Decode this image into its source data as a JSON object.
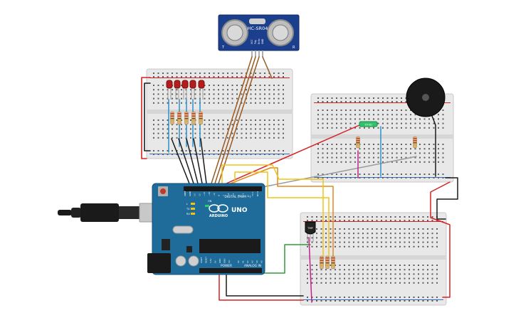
{
  "sensor": {
    "label": "HC-SR04",
    "pins": [
      "VCC",
      "Trig",
      "Echo",
      "GND"
    ],
    "corner_left": "T",
    "corner_right": "R"
  },
  "arduino": {
    "logo": "ARDUINO",
    "model": "UNO",
    "digital_label": "DIGITAL (PWM ~)",
    "power_label": "POWER",
    "analog_label": "ANALOG IN",
    "led_on_label": "ON",
    "led_l_label": "L",
    "tx_label": "TX",
    "rx_label": "RX",
    "top_pins": [
      "AREF",
      "GND",
      "13",
      "12",
      "~11",
      "~10",
      "~9",
      "8",
      "7",
      "~6",
      "~5",
      "4",
      "~3",
      "2",
      "TX 1",
      "RX 0"
    ],
    "power_pins": [
      "IOREF",
      "RESET",
      "3.3V",
      "5V",
      "GND",
      "GND",
      "Vin"
    ],
    "analog_pins": [
      "A0",
      "A1",
      "A2",
      "A3",
      "A4",
      "A5"
    ]
  },
  "temp_sensor": {
    "label": "TMP"
  },
  "potentiometer": {
    "label": "10 kΩ"
  },
  "colors": {
    "wire_red": "#d62222",
    "wire_black": "#1a1a1a",
    "wire_blue": "#2a8fd0",
    "wire_brown": "#9a5a22",
    "wire_orange": "#e08a1e",
    "wire_yellow": "#f0c419",
    "wire_gray": "#9a9a9a",
    "wire_green": "#2e9d3a",
    "wire_magenta": "#c0248a",
    "board_blue": "#1f6b9a",
    "breadboard": "#e9e9e9",
    "led_red": "#b51c1c",
    "sensor_blue": "#1b3f8c"
  }
}
